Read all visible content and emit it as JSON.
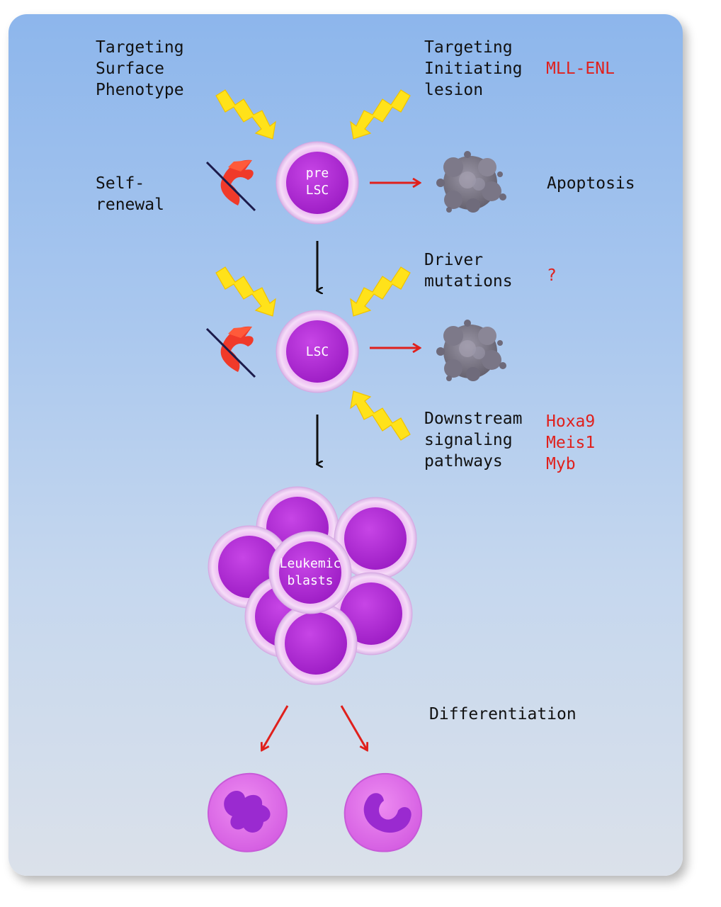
{
  "labels": {
    "targeting_surface": "Targeting\nSurface\nPhenotype",
    "targeting_initiating": "Targeting\nInitiating\nlesion",
    "self_renewal": "Self-\nrenewal",
    "apoptosis": "Apoptosis",
    "driver_mutations": "Driver\nmutations",
    "downstream": "Downstream\nsignaling\npathways",
    "differentiation": "Differentiation"
  },
  "red_labels": {
    "mll_enl": "MLL-ENL",
    "question": "?",
    "hoxa9": "Hoxa9",
    "meis1": "Meis1",
    "myb": "Myb"
  },
  "cells": {
    "pre_lsc": "pre\nLSC",
    "lsc": "LSC",
    "leukemic_blasts": "Leukemic\nblasts"
  },
  "colors": {
    "cell_magenta": "#b32ad6",
    "arrow_red": "#e0201c",
    "lightning_yellow": "#ffe21a"
  }
}
